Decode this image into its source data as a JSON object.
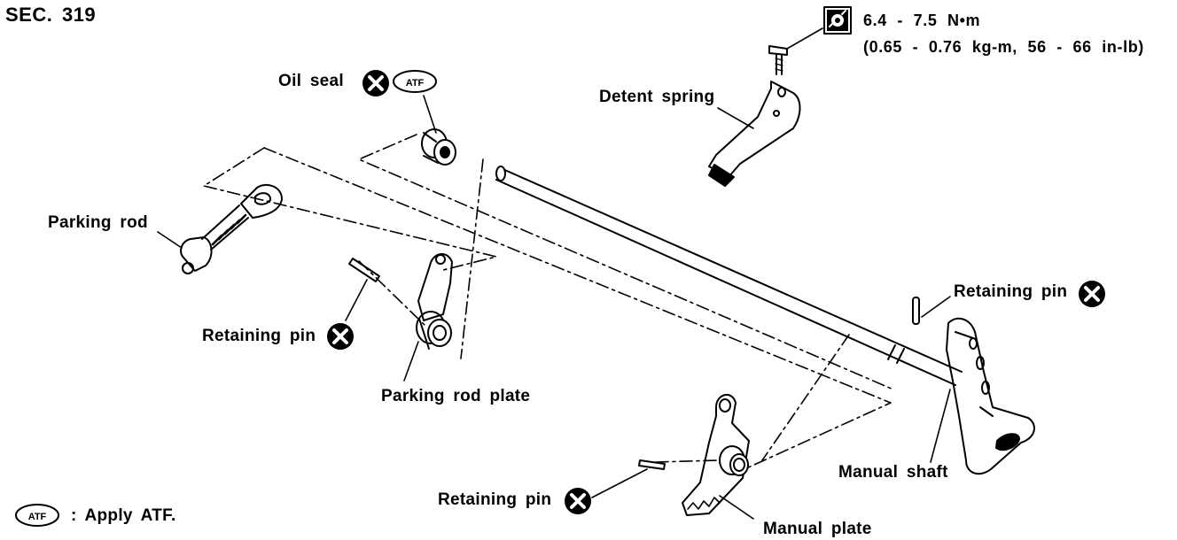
{
  "section": "SEC. 319",
  "torque": {
    "line1": "6.4 - 7.5 N•m",
    "line2": "(0.65 - 0.76 kg-m, 56 - 66 in-lb)"
  },
  "labels": {
    "oil_seal": "Oil seal",
    "detent_spring": "Detent spring",
    "parking_rod": "Parking rod",
    "retaining_pin_right": "Retaining pin",
    "retaining_pin_left": "Retaining pin",
    "parking_rod_plate": "Parking rod plate",
    "manual_shaft": "Manual shaft",
    "retaining_pin_bottom": "Retaining pin",
    "manual_plate": "Manual plate"
  },
  "atf_badge": "ATF",
  "legend": {
    "badge": "ATF",
    "text": ": Apply ATF."
  },
  "icons": [
    "replace-part-icon",
    "torque-wrench-icon",
    "atf-badge-icon"
  ]
}
